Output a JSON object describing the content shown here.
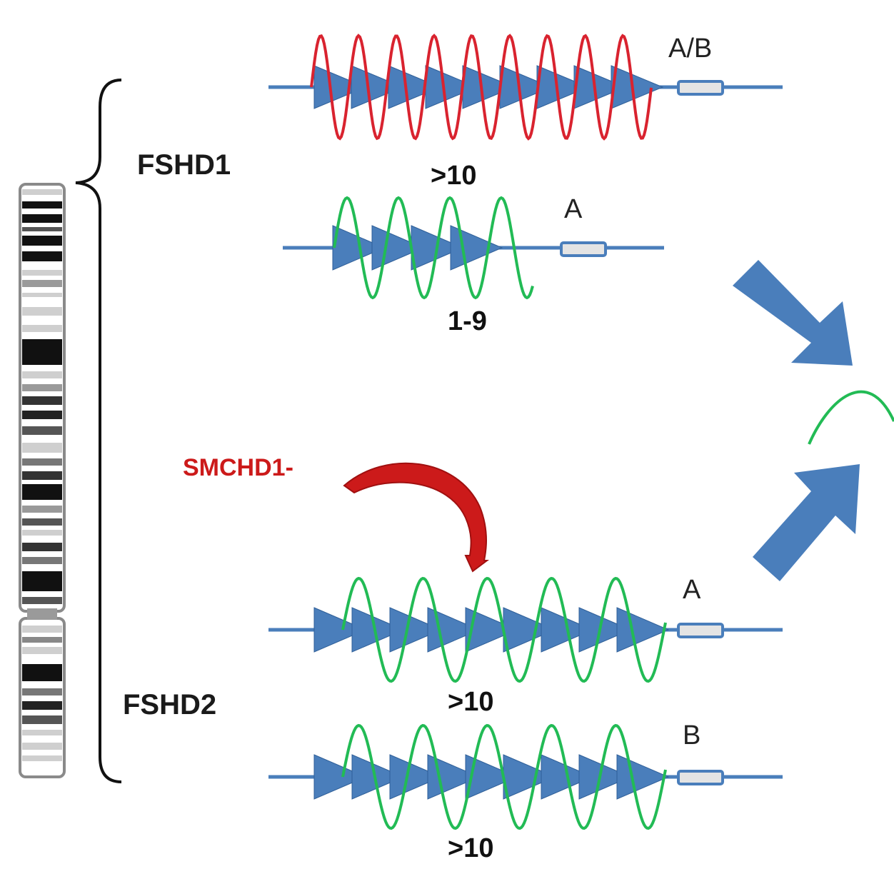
{
  "groups": {
    "fshd1": "FSHD1",
    "fshd2": "FSHD2"
  },
  "smchd1_label": "SMCHD1-",
  "rows": [
    {
      "id": "row1",
      "repeats": 9,
      "count_label": ">10",
      "haplotype": "A/B",
      "wave": "red"
    },
    {
      "id": "row2",
      "repeats": 4,
      "count_label": "1-9",
      "haplotype": "A",
      "wave": "green"
    },
    {
      "id": "row3",
      "repeats": 9,
      "count_label": ">10",
      "haplotype": "A",
      "wave": "green"
    },
    {
      "id": "row4",
      "repeats": 9,
      "count_label": ">10",
      "haplotype": "B",
      "wave": "green"
    }
  ],
  "colors": {
    "line": "#4a7ebb",
    "triangle": "#4a7ebb",
    "arrow": "#4a7ebb",
    "red_wave": "#d9232f",
    "green_wave": "#22bb55",
    "smchd1": "#cc1a1a",
    "box_fill": "#e4e4e4",
    "box_stroke": "#4a7ebb"
  }
}
